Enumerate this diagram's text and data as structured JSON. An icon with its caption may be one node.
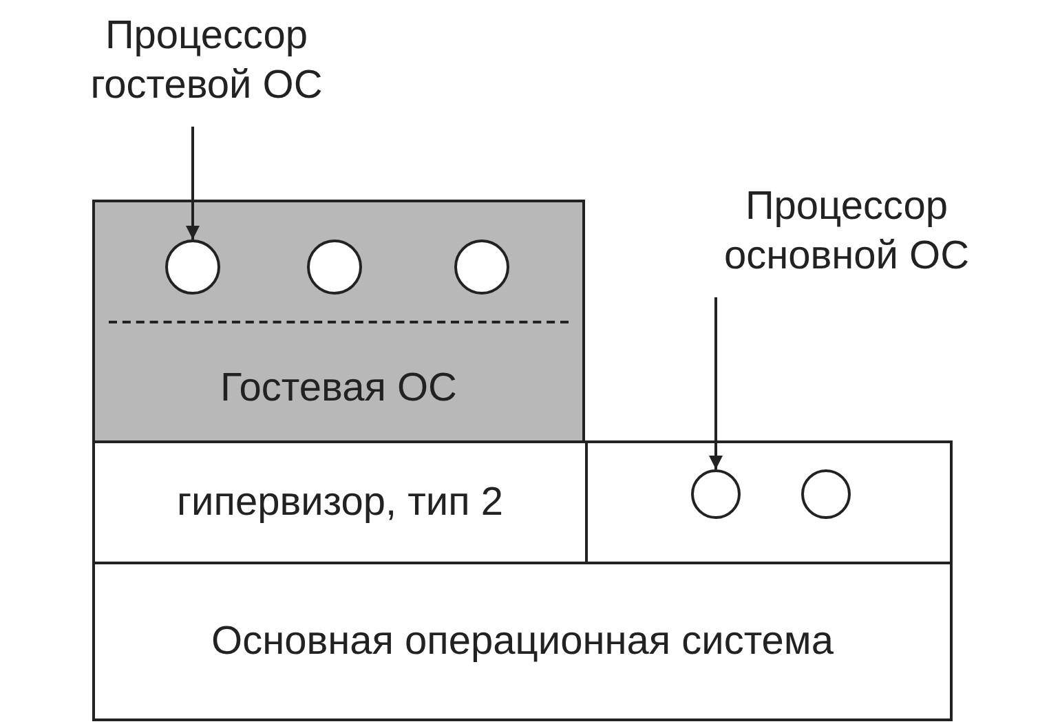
{
  "diagram": {
    "nodes": [
      {
        "text": [
          "Процессор гостевой ОС"
        ]
      },
      {
        "text": [
          "Гостевая ОС"
        ]
      },
      {
        "text": [],
        "shape": "circle",
        "in": 1
      },
      {
        "text": [],
        "shape": "circle",
        "in": 1
      },
      {
        "text": [],
        "shape": "circle",
        "in": 1
      },
      {
        "text": [
          "Процессор основной ОС"
        ]
      },
      {
        "text": [
          "гипервизор, тип 2"
        ]
      },
      {
        "text": [],
        "shape": "box"
      },
      {
        "text": [],
        "shape": "circle",
        "in": 7
      },
      {
        "text": [],
        "shape": "circle",
        "in": 7
      },
      {
        "text": [
          "Основная операционная система"
        ]
      }
    ],
    "edges": [
      {
        "from": 0,
        "to": 2,
        "arrow": "to"
      },
      {
        "from": 5,
        "to": 8,
        "arrow": "to"
      }
    ]
  }
}
